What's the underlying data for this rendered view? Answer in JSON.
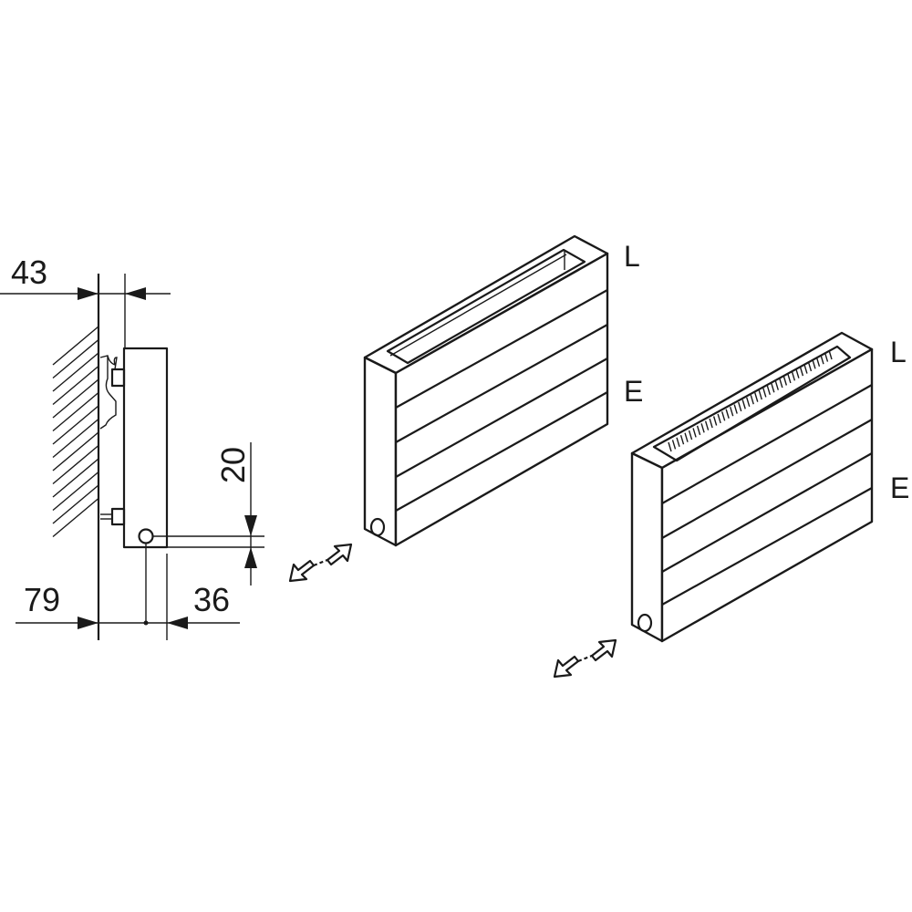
{
  "side_view": {
    "dim_top": "43",
    "dim_bottom_left": "79",
    "dim_bottom_right": "36",
    "dim_vertical": "20"
  },
  "radiator_open": {
    "label_top": "L",
    "label_mid": "E"
  },
  "radiator_grille": {
    "label_top": "L",
    "label_mid": "E"
  },
  "colors": {
    "line": "#1a1a1a",
    "background": "#ffffff"
  }
}
